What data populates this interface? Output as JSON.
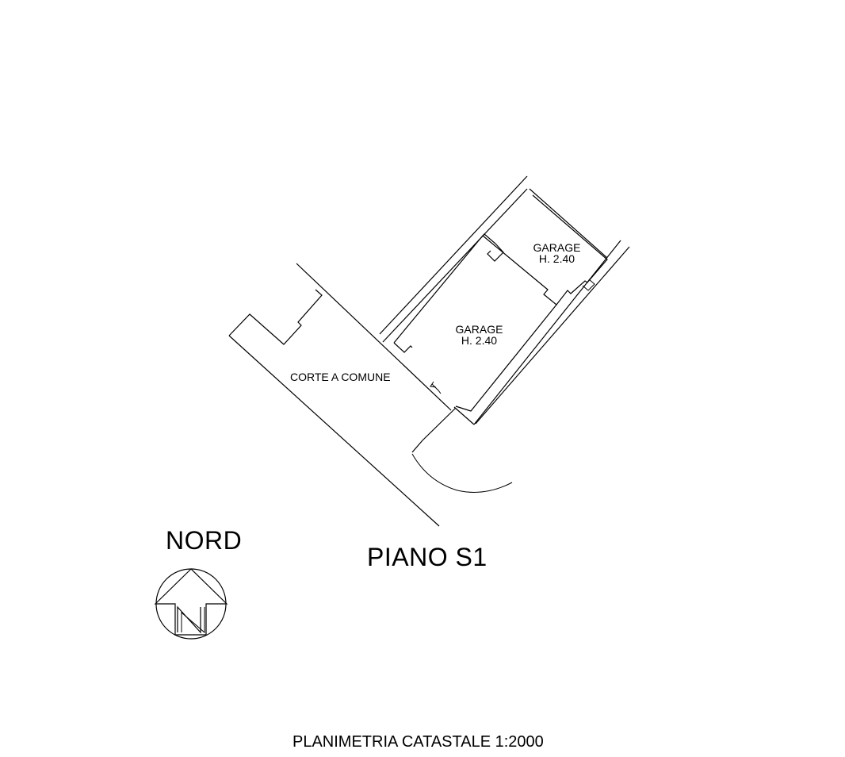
{
  "plan": {
    "rooms": [
      {
        "name": "GARAGE",
        "height": "H. 2.40"
      },
      {
        "name": "GARAGE",
        "height": "H. 2.40"
      }
    ],
    "courtyard_label": "CORTE A COMUNE",
    "floor_label": "PIANO S1"
  },
  "north": {
    "label": "NORD",
    "symbol_letter": "N"
  },
  "footer": {
    "caption": "PLANIMETRIA CATASTALE 1:2000"
  },
  "icons": [
    "north-arrow-icon"
  ]
}
